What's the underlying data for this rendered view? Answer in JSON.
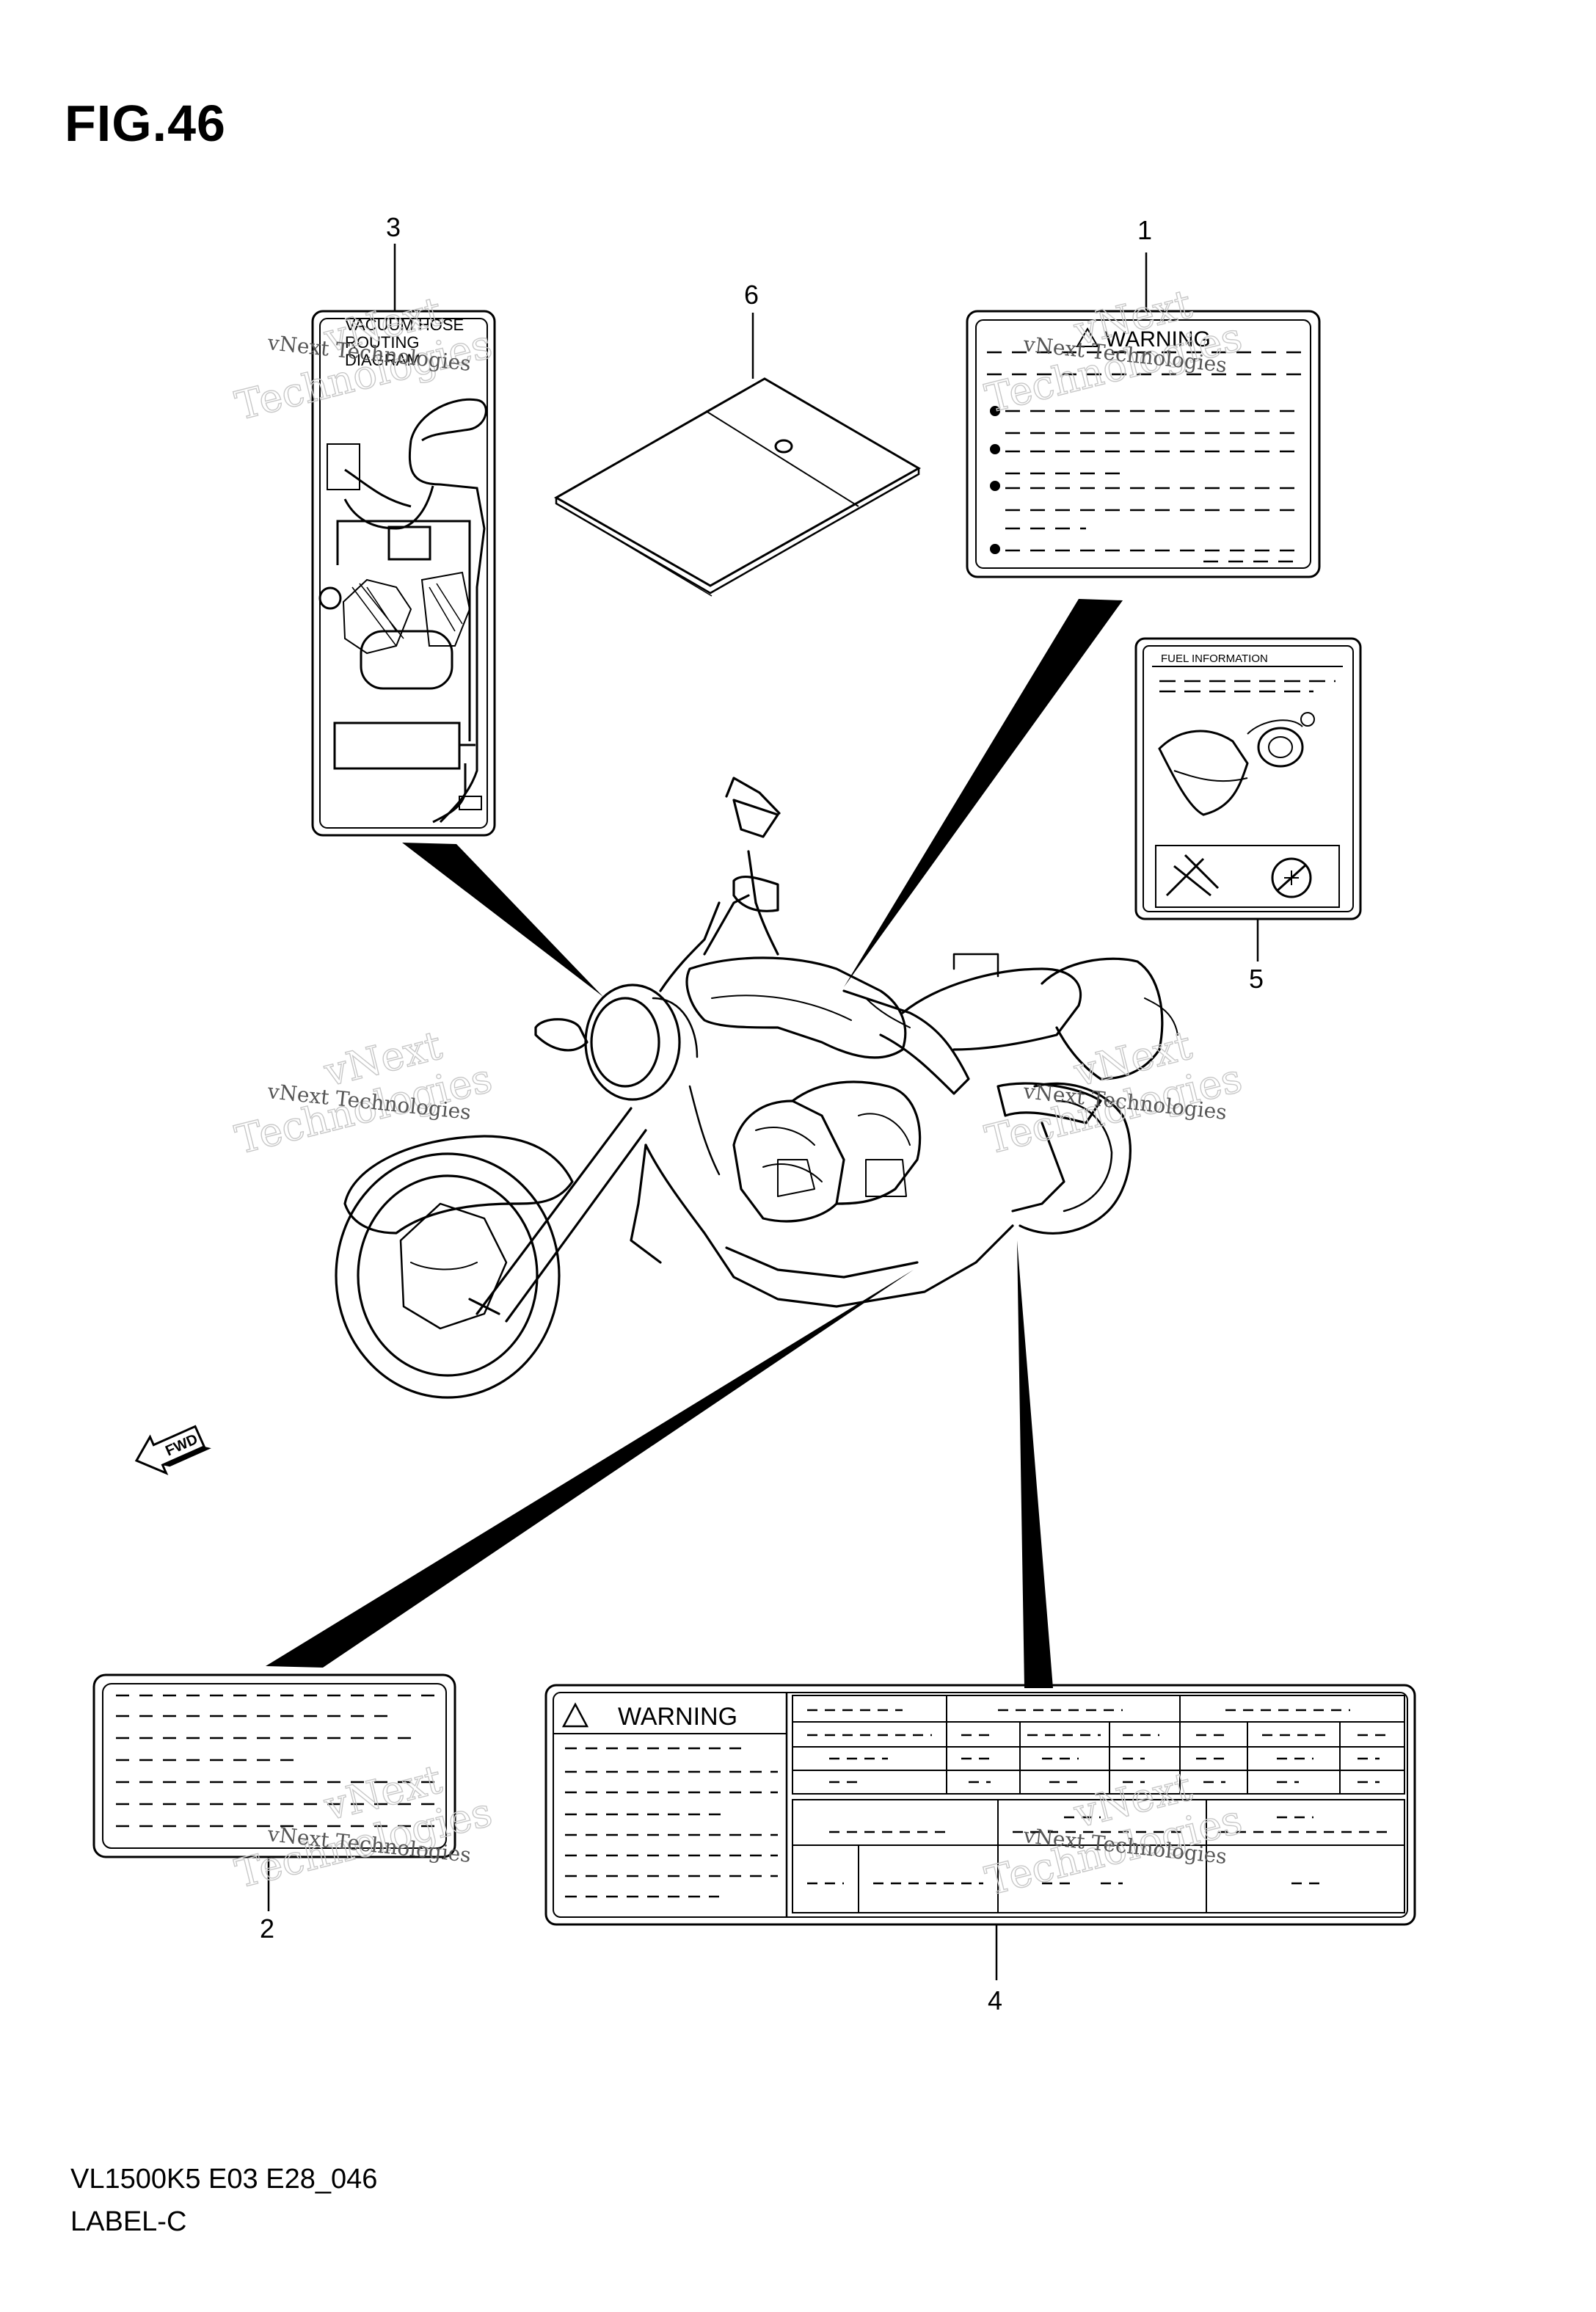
{
  "figure": {
    "title": "FIG.46"
  },
  "footer": {
    "model_code": "VL1500K5 E03 E28_046",
    "section": "LABEL-C"
  },
  "callouts": [
    "1",
    "2",
    "3",
    "4",
    "5",
    "6"
  ],
  "labels": {
    "vacuum_hose": {
      "line1": "VACUUM HOSE",
      "line2": "ROUTING",
      "line3": "DIAGRAM"
    },
    "warning_1": {
      "title": "WARNING"
    },
    "fuel_info": {
      "title": "FUEL INFORMATION"
    },
    "warning_4": {
      "title": "WARNING"
    }
  },
  "fwd_arrow": {
    "text": "FWD"
  },
  "watermark": {
    "line1": "vNext",
    "line2": "Technologies",
    "caption": "vNext Technologies"
  }
}
